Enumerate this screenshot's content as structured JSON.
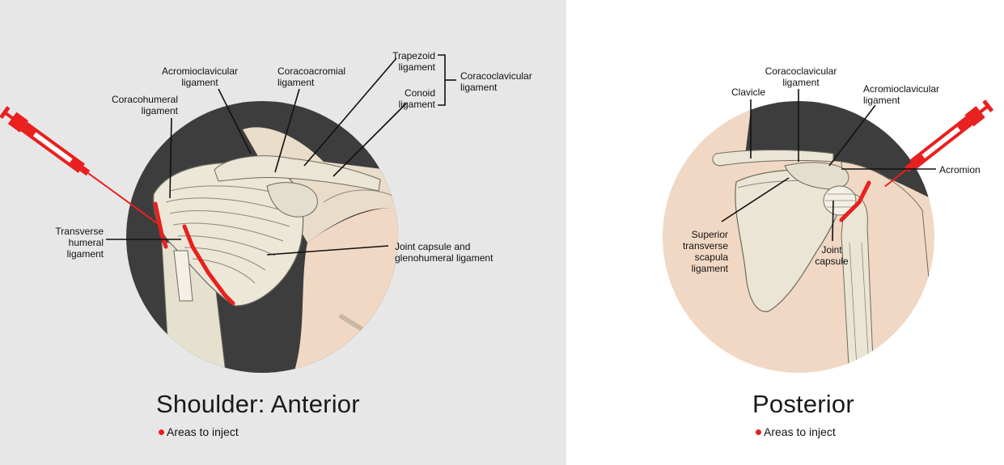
{
  "colors": {
    "injection_red": "#e8201f",
    "dark_circle": "#3d3d3d",
    "skin": "#f1d8c4",
    "bone": "#ece6d6",
    "anterior_bg": "#e7e7e7"
  },
  "anterior": {
    "caption": "Shoulder: Anterior",
    "legend": "Areas to inject",
    "labels": {
      "coracohumeral": "Coracohumeral\nligament",
      "acromioclavicular": "Acromioclavicular\nligament",
      "coracoacromial": "Coracoacromial\nligament",
      "trapezoid": "Trapezoid\nligament",
      "conoid": "Conoid\nligament",
      "coracoclavicular": "Coracoclavicular\nligament",
      "transverse_humeral": "Transverse\nhumeral\nligament",
      "joint_capsule": "Joint capsule and\nglenohumeral ligament"
    },
    "icons": [
      "syringe-icon"
    ]
  },
  "posterior": {
    "caption": "Posterior",
    "legend": "Areas to inject",
    "labels": {
      "clavicle": "Clavicle",
      "coracoclavicular": "Coracoclavicular\nligament",
      "acromioclavicular": "Acromioclavicular\nligament",
      "acromion": "Acromion",
      "superior_transverse": "Superior\ntransverse\nscapula\nligament",
      "joint_capsule": "Joint\ncapsule"
    },
    "icons": [
      "syringe-icon"
    ]
  }
}
